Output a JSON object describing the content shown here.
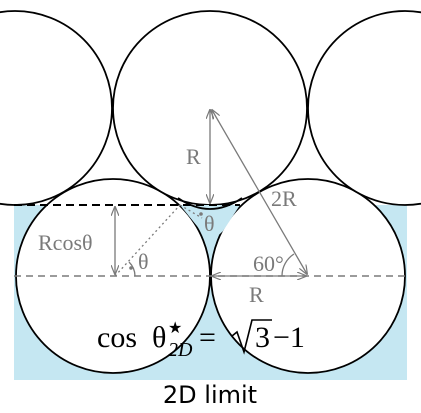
{
  "labels": {
    "radius_vertical": "R",
    "two_r": "2R",
    "r_cos_theta": "Rcosθ",
    "theta_upper": "θ",
    "theta_lower": "θ",
    "angle_60": "60°",
    "radius_horizontal": "R"
  },
  "equation": {
    "cos": "cos",
    "theta": "θ",
    "superscript": "★",
    "subscript": "2D",
    "equals": "=",
    "radicand": "3",
    "minus_one": "−1"
  },
  "caption": "2D limit",
  "colors": {
    "liquid": "#c5e7f2",
    "outline": "#000000",
    "guide": "#7a7a7a",
    "background": "#ffffff"
  }
}
